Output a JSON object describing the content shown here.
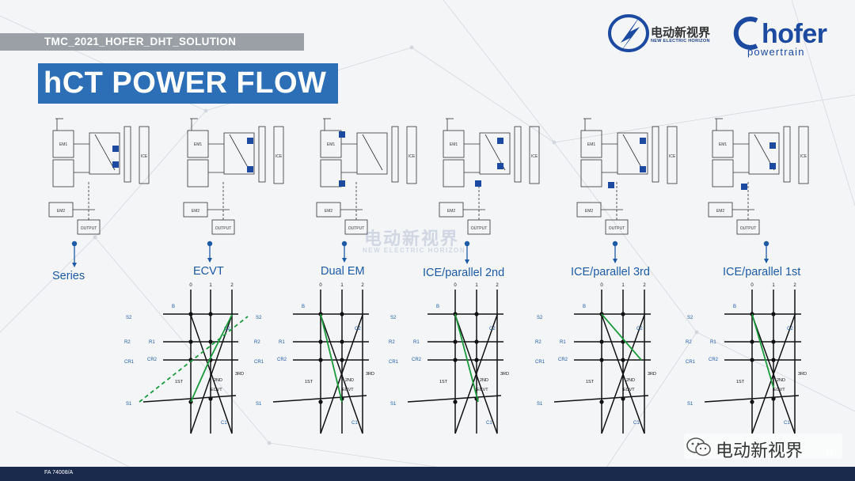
{
  "header": {
    "tag": "TMC_2021_HOFER_DHT_SOLUTION",
    "title": "hCT POWER FLOW"
  },
  "logos": {
    "partner_cn": "电动新视界",
    "partner_en": "NEW ELECTRIC HORIZON",
    "brand_name": "hofer",
    "brand_sub": "powertrain"
  },
  "schematic_labels": {
    "em1": "EM1",
    "em2": "EM2",
    "ice": "ICE",
    "output": "OUTPUT"
  },
  "modes": [
    {
      "label": "Series"
    },
    {
      "label": "ECVT"
    },
    {
      "label": "Dual EM"
    },
    {
      "label": "ICE/parallel 2nd"
    },
    {
      "label": "ICE/parallel 3rd"
    },
    {
      "label": "ICE/parallel 1st"
    }
  ],
  "lever_labels": {
    "axis": [
      "0",
      "1",
      "2"
    ],
    "left": [
      "S2",
      "R2",
      "CR1",
      "S1"
    ],
    "inner": [
      "R1",
      "CR2"
    ],
    "nodes": [
      "B",
      "C2",
      "C1",
      "1ST",
      "2ND",
      "3RD",
      "ECVT"
    ]
  },
  "watermark": {
    "cn": "电动新视界",
    "en": "NEW ELECTRIC HORIZON"
  },
  "wechat_label": "电动新视界",
  "page_number": "11",
  "footer_code": "FA 74008/A",
  "colors": {
    "accent": "#2c6fb7",
    "title_band": "#9aa0a6",
    "active_path": "#1a9b3c",
    "footer": "#1a2a4d"
  }
}
